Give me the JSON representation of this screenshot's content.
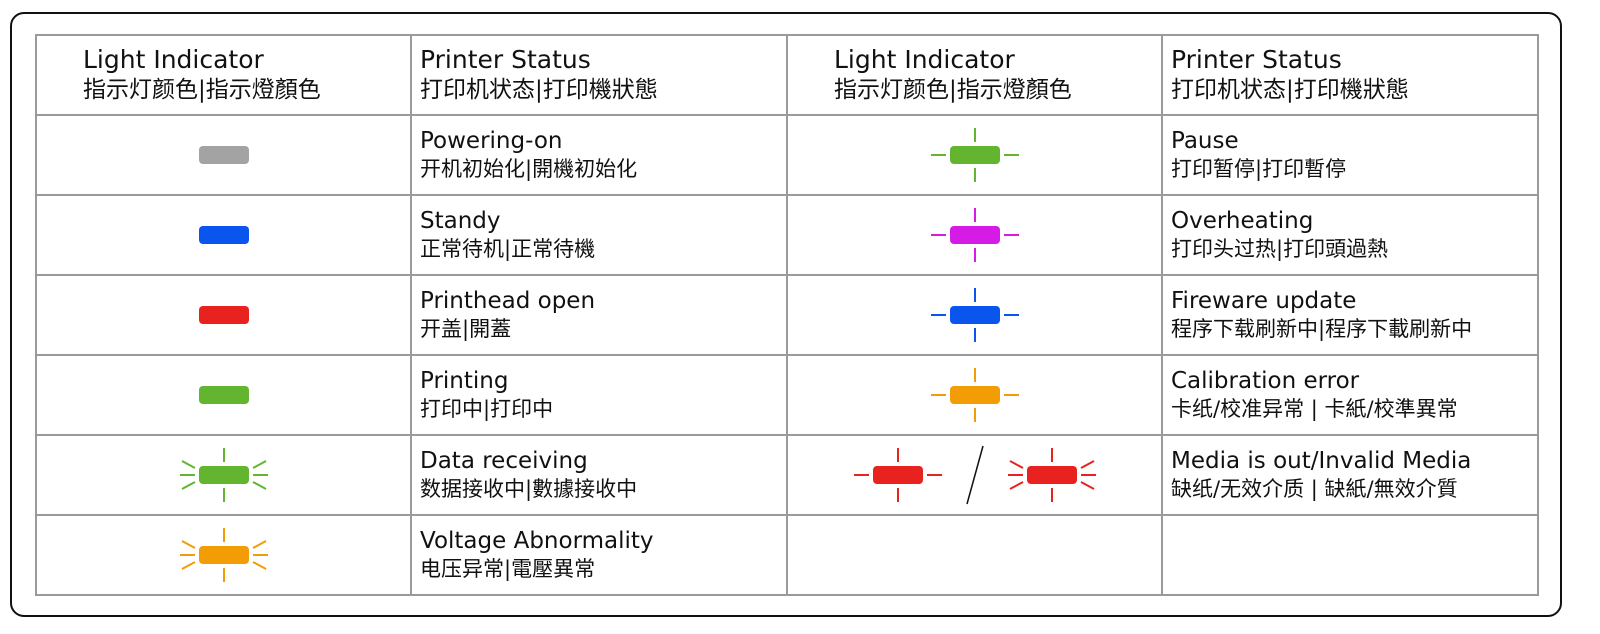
{
  "headers": {
    "light_en": "Light Indicator",
    "light_zh": "指示灯颜色|指示燈顏色",
    "status_en": "Printer Status",
    "status_zh": "打印机状态|打印機狀態"
  },
  "left_rows": [
    {
      "mode": "solid",
      "color": "#a3a3a3",
      "status_en": "Powering-on",
      "status_zh": "开机初始化|開機初始化"
    },
    {
      "mode": "solid",
      "color": "#0a55ee",
      "status_en": "Standy",
      "status_zh": "正常待机|正常待機"
    },
    {
      "mode": "solid",
      "color": "#e8221f",
      "status_en": "Printhead open",
      "status_zh": "开盖|開蓋"
    },
    {
      "mode": "solid",
      "color": "#63b42f",
      "status_en": "Printing",
      "status_zh": "打印中|打印中"
    },
    {
      "mode": "fast-flash",
      "color": "#63b42f",
      "status_en": "Data receiving",
      "status_zh": "数据接收中|數據接收中"
    },
    {
      "mode": "fast-flash",
      "color": "#f29d05",
      "status_en": "Voltage Abnormality",
      "status_zh": "电压异常|電壓異常"
    }
  ],
  "right_rows": [
    {
      "mode": "slow-flash",
      "color": "#63b42f",
      "status_en": "Pause",
      "status_zh": "打印暂停|打印暫停"
    },
    {
      "mode": "slow-flash",
      "color": "#d41ce6",
      "status_en": "Overheating",
      "status_zh": "打印头过热|打印頭過熱"
    },
    {
      "mode": "slow-flash",
      "color": "#0a55ee",
      "status_en": "Fireware update",
      "status_zh": "程序下载刷新中|程序下載刷新中"
    },
    {
      "mode": "slow-flash",
      "color": "#f29d05",
      "status_en": "Calibration error",
      "status_zh": "卡纸/校准异常 | 卡紙/校準異常"
    },
    {
      "mode": "slow-or-fast-flash",
      "color": "#e8221f",
      "status_en": "Media is out/Invalid Media",
      "status_zh": "缺纸/无效介质 | 缺紙/無效介質"
    }
  ]
}
